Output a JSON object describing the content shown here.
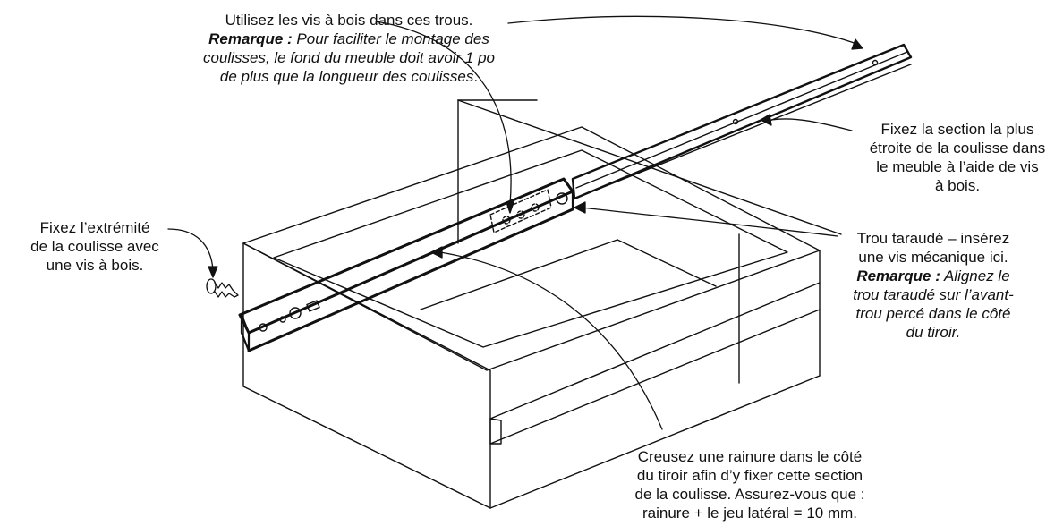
{
  "callouts": {
    "top": {
      "line1": "Utilisez les vis à bois dans ces trous.",
      "note_label": "Remarque :",
      "note_line1": " Pour faciliter le montage des",
      "note_line2": "coulisses, le fond du meuble doit avoir 1 po",
      "note_line3": "de plus que la longueur des coulisses",
      "note_end": "."
    },
    "right": {
      "line1": "Fixez la section la plus",
      "line2": "étroite de la coulisse dans",
      "line3": "le meuble à l’aide de vis",
      "line4": "à bois."
    },
    "left": {
      "line1": "Fixez l’extrémité",
      "line2": "de la coulisse avec",
      "line3": "une vis à bois."
    },
    "tapped_hole": {
      "line1": "Trou taraudé – insérez",
      "line2": "une vis mécanique ici.",
      "note_label": "Remarque :",
      "note_line1": " Alignez le",
      "note_line2": "trou taraudé sur l’avant-",
      "note_line3": "trou percé dans le côté",
      "note_line4": "du tiroir."
    },
    "bottom": {
      "line1": "Creusez une rainure dans le côté",
      "line2": "du tiroir afin d’y fixer cette section",
      "line3": "de la coulisse. Assurez-vous que :",
      "line4": "rainure + le jeu latéral = 10 mm."
    }
  }
}
